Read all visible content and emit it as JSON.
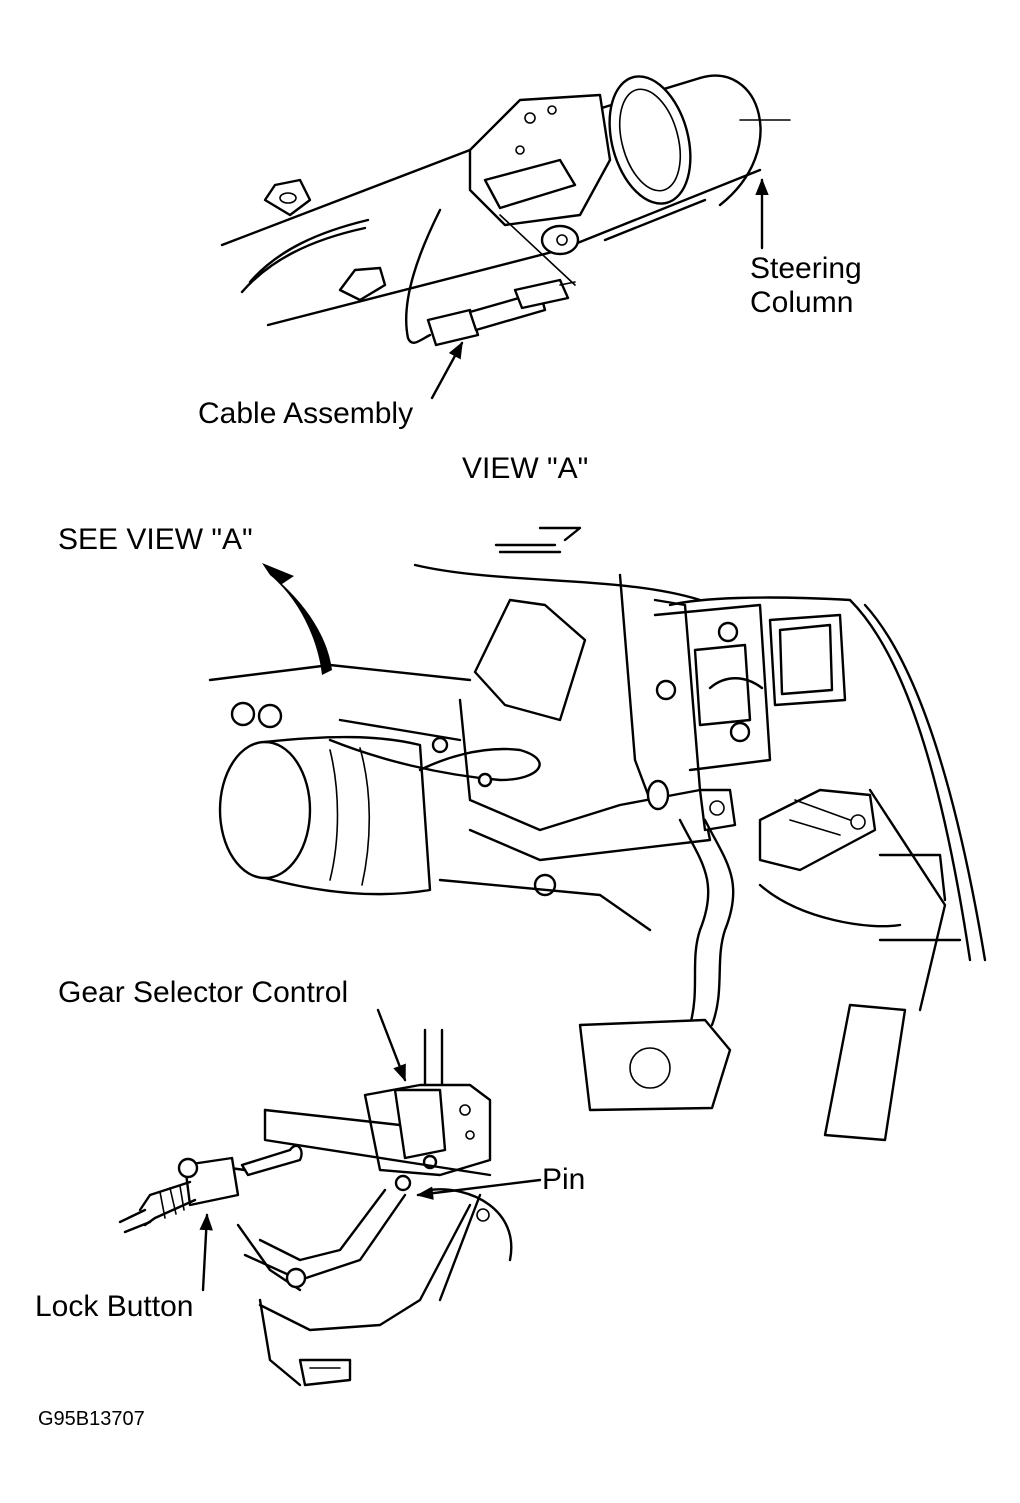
{
  "figure_code": "G95B13707",
  "view_a": {
    "title": "VIEW \"A\"",
    "labels": {
      "steering_column": [
        "Steering",
        "Column"
      ],
      "cable_assembly": "Cable Assembly"
    }
  },
  "main_view": {
    "labels": {
      "see_view_a": "SEE VIEW \"A\"",
      "gear_selector_control": "Gear Selector Control",
      "pin": "Pin",
      "lock_button": "Lock Button"
    }
  }
}
